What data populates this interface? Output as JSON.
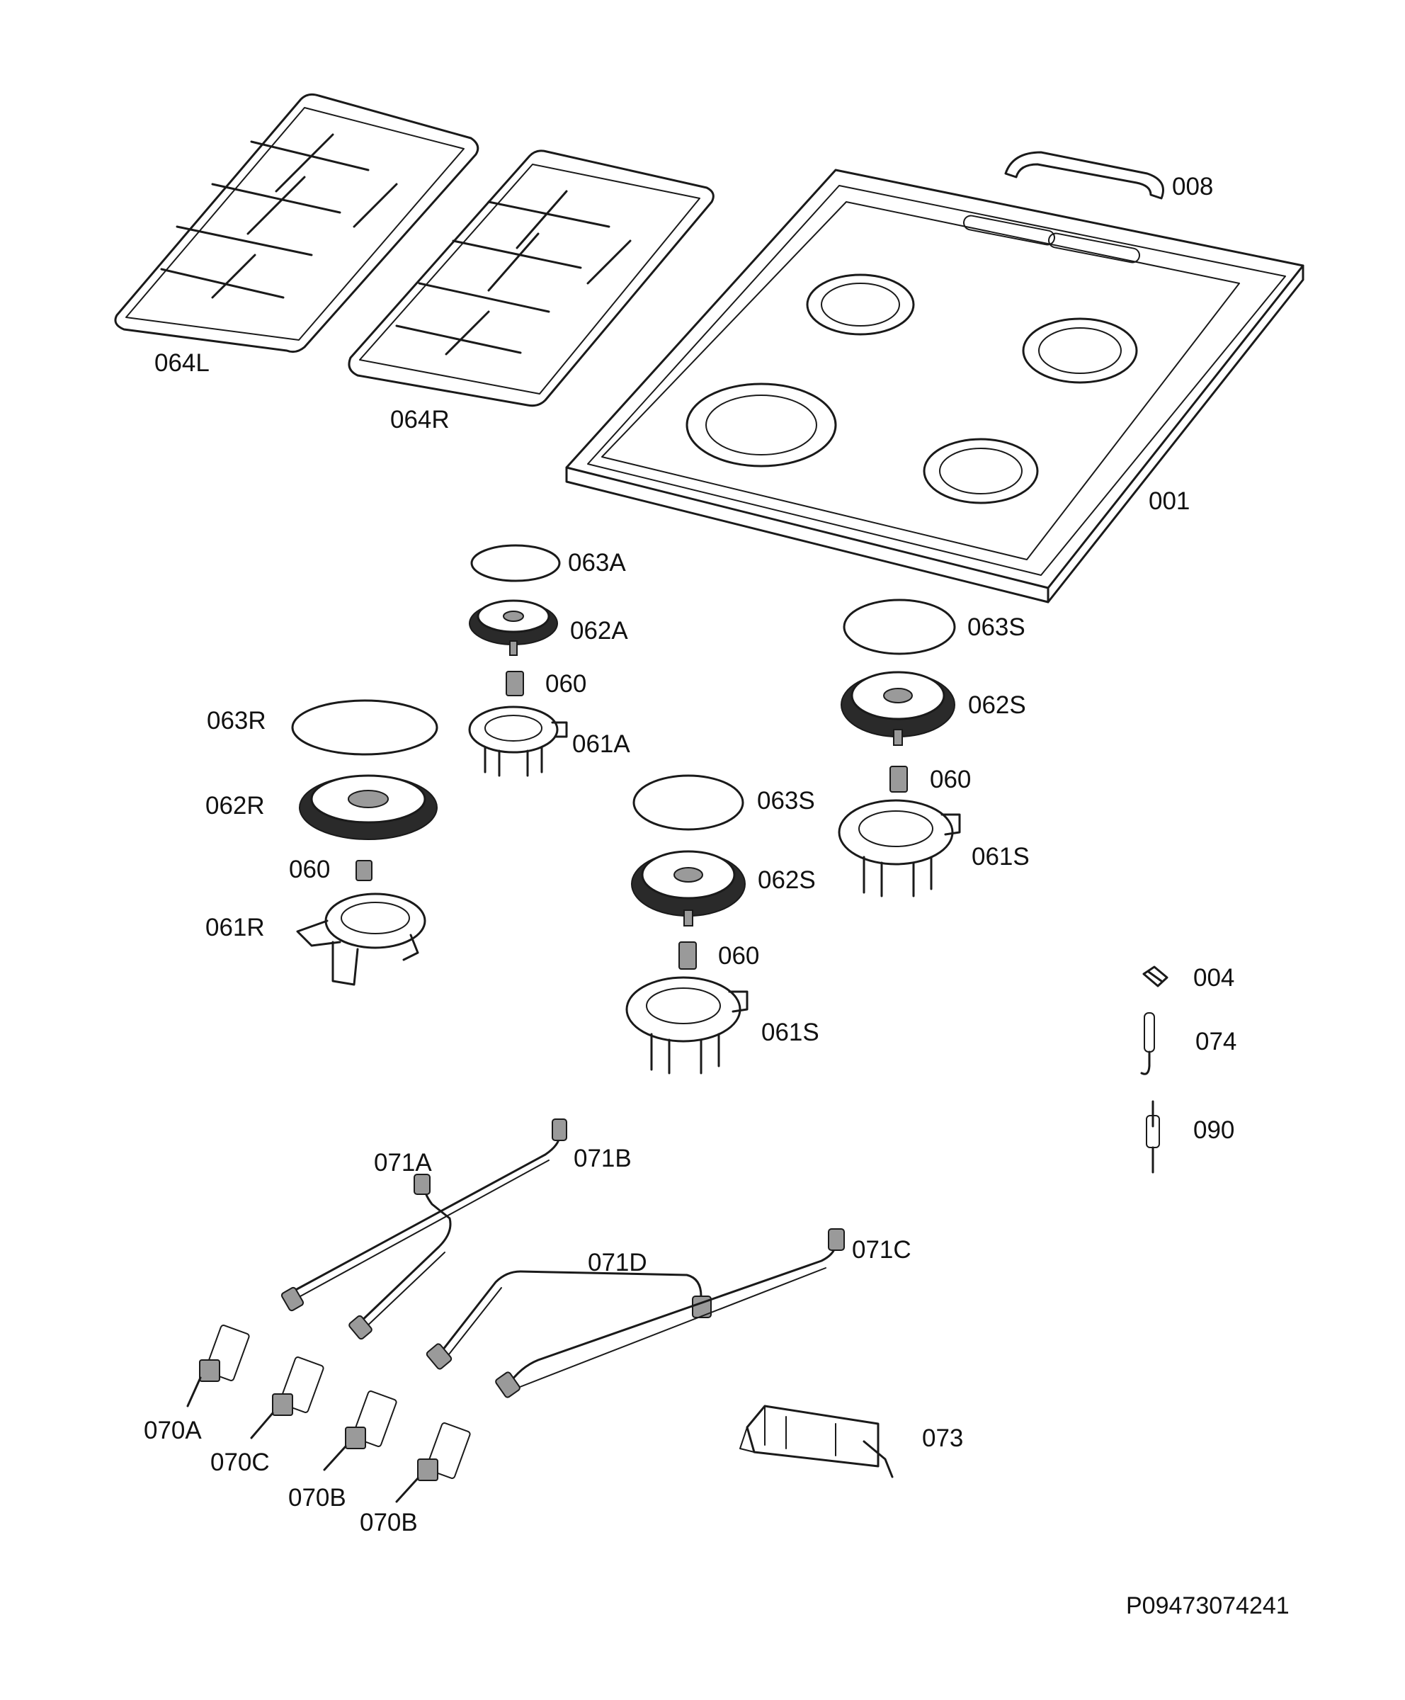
{
  "drawing_number": "P09473074241",
  "labels": {
    "p001": "001",
    "p004": "004",
    "p008": "008",
    "p060_a": "060",
    "p060_r": "060",
    "p060_s1": "060",
    "p060_s2": "060",
    "p061A": "061A",
    "p061R": "061R",
    "p061S_1": "061S",
    "p061S_2": "061S",
    "p062A": "062A",
    "p062R": "062R",
    "p062S_1": "062S",
    "p062S_2": "062S",
    "p063A": "063A",
    "p063R": "063R",
    "p063S_1": "063S",
    "p063S_2": "063S",
    "p064L": "064L",
    "p064R": "064R",
    "p070A": "070A",
    "p070C": "070C",
    "p070B_1": "070B",
    "p070B_2": "070B",
    "p071A": "071A",
    "p071B": "071B",
    "p071C": "071C",
    "p071D": "071D",
    "p073": "073",
    "p074": "074",
    "p090": "090"
  }
}
